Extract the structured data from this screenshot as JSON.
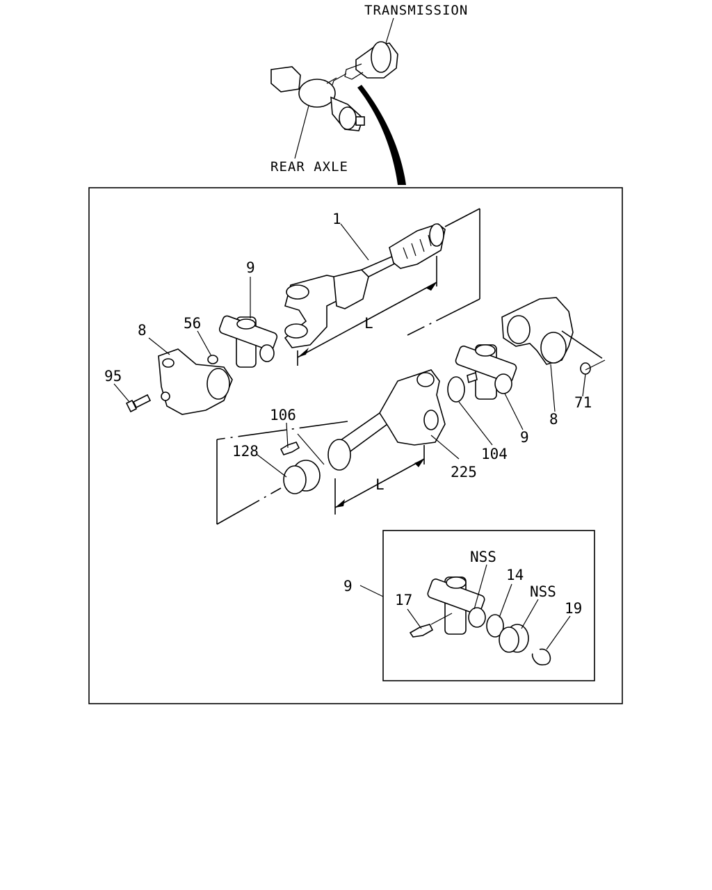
{
  "overview": {
    "transmission_label": "TRANSMISSION",
    "rear_axle_label": "REAR AXLE"
  },
  "callouts": {
    "shaft_front": "1",
    "ujoint_left": "9",
    "flange_left": "8",
    "nut_left": "56",
    "bolt": "95",
    "dim_upper": "L",
    "grease_fitting": "106",
    "seal": "128",
    "shaft_rear": "225",
    "dim_lower": "L",
    "washer": "104",
    "ujoint_right": "9",
    "flange_right": "8",
    "nut_right": "71"
  },
  "inset": {
    "callout_kit": "9",
    "nss_top": "NSS",
    "snap_ring_small": "14",
    "nss_bearing": "NSS",
    "fitting": "17",
    "snap_ring": "19"
  }
}
